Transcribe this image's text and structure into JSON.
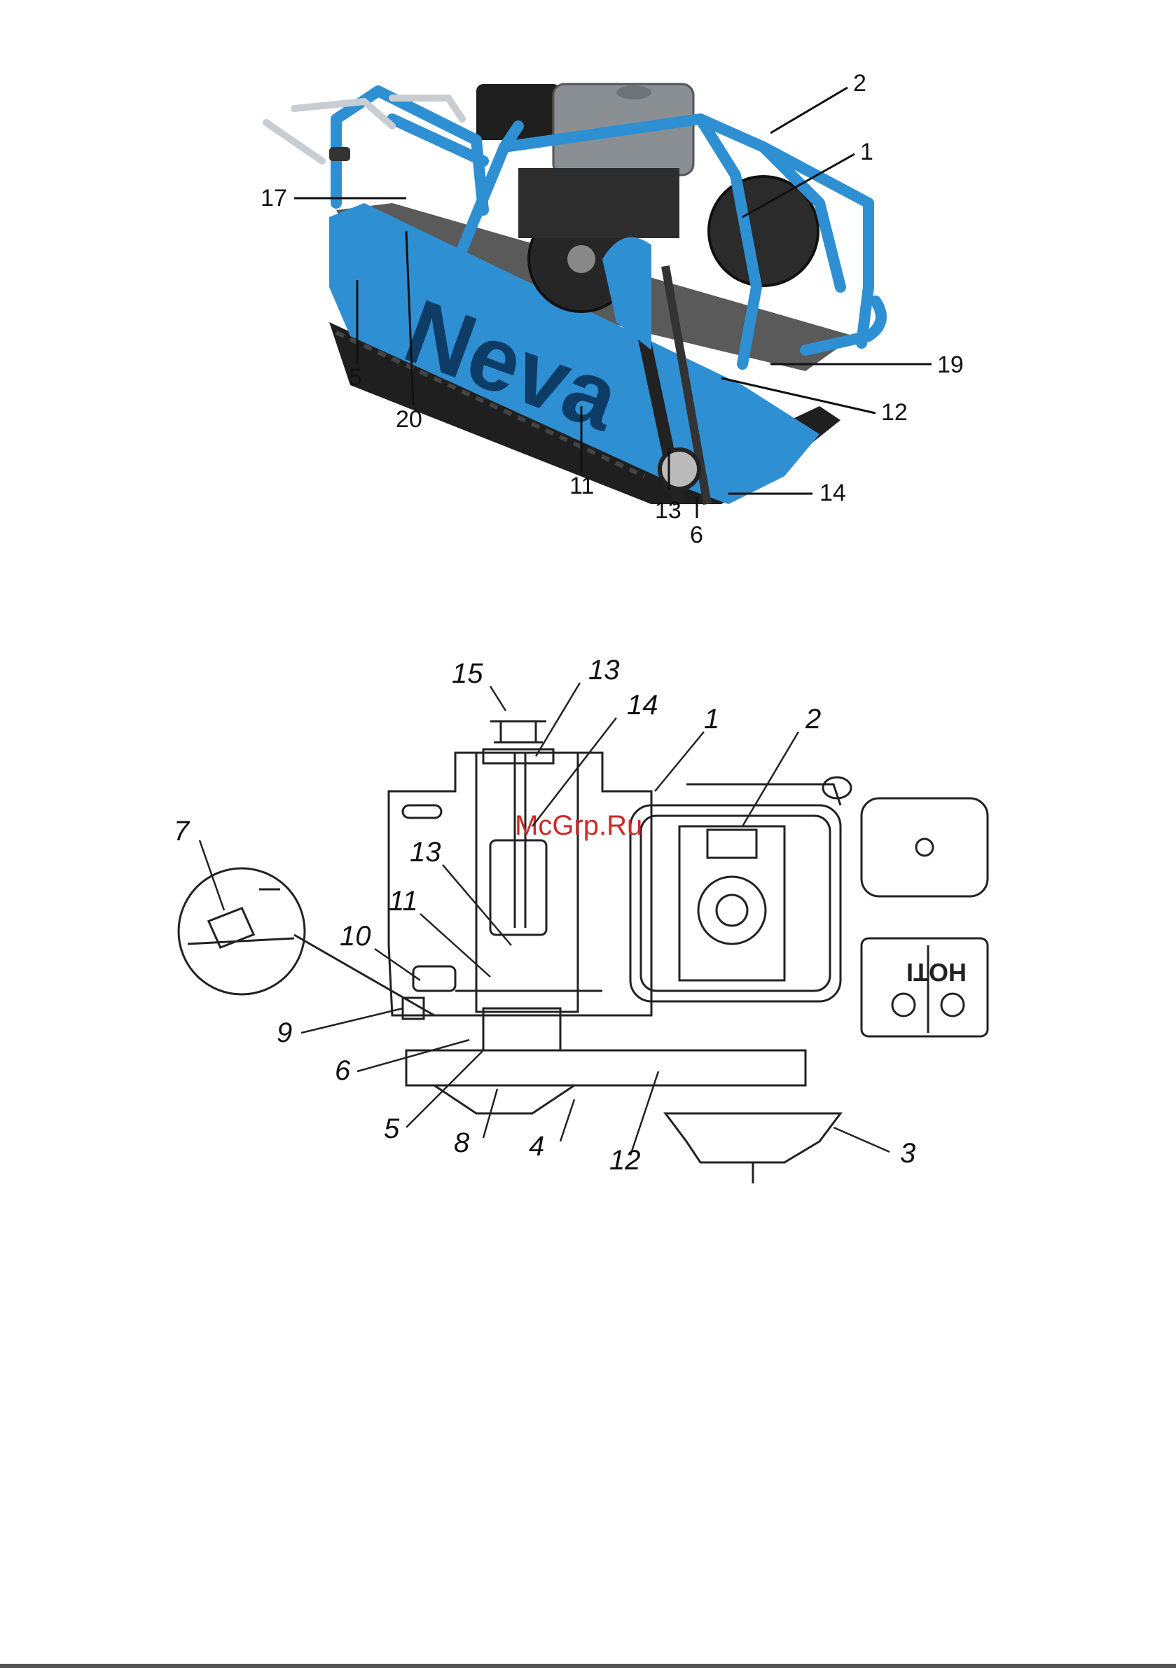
{
  "figure_top": {
    "labels": {
      "l1": "1",
      "l2": "2",
      "l5": "5",
      "l6": "6",
      "l11": "11",
      "l12": "12",
      "l13": "13",
      "l14": "14",
      "l17": "17",
      "l19": "19",
      "l20": "20"
    },
    "brand_text": "Neva",
    "colors": {
      "frame": "#2f8fd3",
      "track": "#1f1f1f",
      "engine_tank": "#8a8f93"
    }
  },
  "figure_bottom": {
    "labels": {
      "l1": "1",
      "l2": "2",
      "l3": "3",
      "l4": "4",
      "l5": "5",
      "l6": "6",
      "l7": "7",
      "l8": "8",
      "l9": "9",
      "l10": "10",
      "l11": "11",
      "l12": "12",
      "l13a": "13",
      "l13b": "13",
      "l14": "14",
      "l15": "15"
    },
    "engine_markings": "HOTI",
    "watermark": "McGrp.Ru"
  }
}
